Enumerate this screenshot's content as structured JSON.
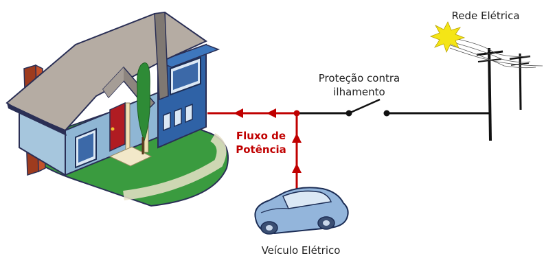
{
  "labels": {
    "grid": "Rede Elétrica",
    "protection_line1": "Proteção contra",
    "protection_line2": "ilhamento",
    "flow_line1": "Fluxo de",
    "flow_line2": "Potência",
    "vehicle": "Veículo Elétrico"
  },
  "colors": {
    "power_flow": "#c00000",
    "wire": "#111111",
    "roof": "#b5aca3",
    "wall_blue": "#2f62a6",
    "lawn": "#3a9b3f",
    "sun": "#f4e516",
    "car": "#93b5db"
  }
}
